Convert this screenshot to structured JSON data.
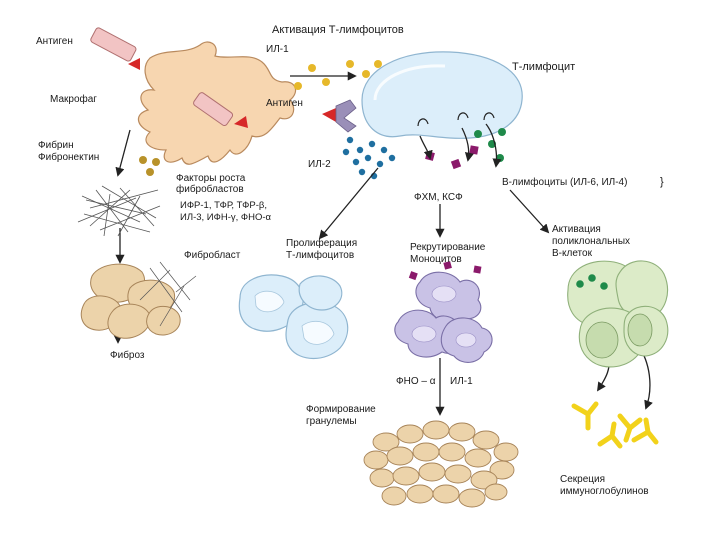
{
  "labels": {
    "antigen_top": "Антиген",
    "activation_t": "Активация Т-лимфоцитов",
    "il1_top": "ИЛ-1",
    "t_lymphocyte": "Т-лимфоцит",
    "macrophage": "Макрофаг",
    "antigen_mid": "Антиген",
    "fibrin_1": "Фибрин",
    "fibrin_2": "Фибронектин",
    "il2": "ИЛ-2",
    "b_lymph": "B-лимфоциты (ИЛ-6, ИЛ-4)",
    "fgf_1": "Факторы роста",
    "fgf_2": "фибробластов",
    "fgf_3": "ИФР-1, ТФР, ТФР-β,",
    "fgf_4": "ИЛ-3, ИФН-γ, ФНО-α",
    "fhm": "ФХМ, КСФ",
    "prolif_1": "Пролиферация",
    "prolif_2": "Т-лимфоцитов",
    "recruit_1": "Рекрутирование",
    "recruit_2": "Моноцитов",
    "activ_1": "Активация",
    "activ_2": "поликлональных",
    "activ_3": "В-клеток",
    "fibroblast": "Фибробласт",
    "fibrosis": "Фиброз",
    "tnf": "ФНО – α",
    "il1_bottom": "ИЛ-1",
    "granuloma_1": "Формирование",
    "granuloma_2": "гранулемы",
    "secretion_1": "Секреция",
    "secretion_2": "иммуноглобулинов"
  },
  "colors": {
    "macrophage": "#f7d6b0",
    "t_cell": "#dceefa",
    "monocyte": "#c9c2e6",
    "b_cell": "#dcebc8",
    "fibroblast": "#ecd3aa",
    "granuloma": "#ecd3aa",
    "antigen_red": "#d62828",
    "il1_dot": "#e6b82a",
    "il2_dot": "#1f6fa0",
    "fgf_dot": "#b8922a",
    "fhm_square": "#8b1a6b",
    "b_dot": "#1f8a4a",
    "antibody": "#f2d21b"
  }
}
